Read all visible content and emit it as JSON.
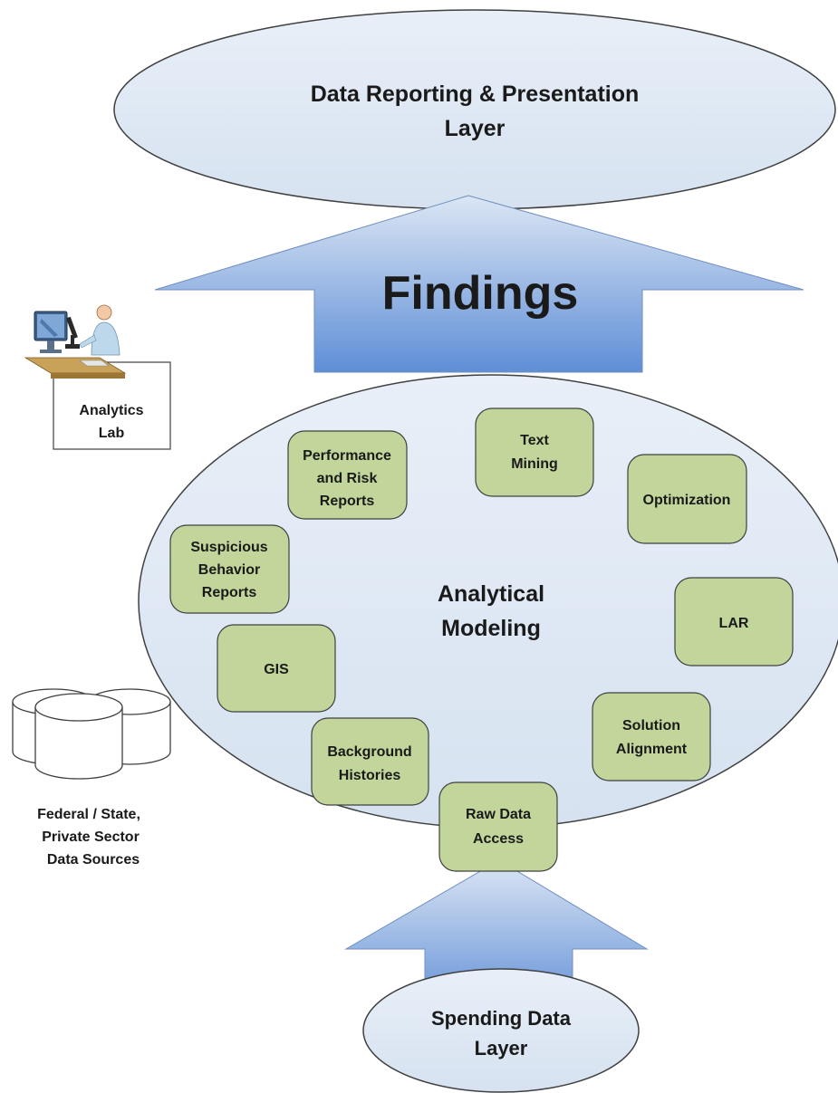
{
  "top_layer": {
    "line1": "Data Reporting & Presentation",
    "line2": "Layer"
  },
  "findings_arrow": {
    "label": "Findings"
  },
  "analytics_lab": {
    "line1": "Analytics",
    "line2": "Lab"
  },
  "center": {
    "line1": "Analytical",
    "line2": "Modeling"
  },
  "modules": {
    "performance": {
      "line1": "Performance",
      "line2": "and Risk",
      "line3": "Reports"
    },
    "text_mining": {
      "line1": "Text",
      "line2": "Mining"
    },
    "optimization": {
      "line1": "Optimization"
    },
    "suspicious": {
      "line1": "Suspicious",
      "line2": "Behavior",
      "line3": "Reports"
    },
    "lar": {
      "line1": "LAR"
    },
    "gis": {
      "line1": "GIS"
    },
    "solution": {
      "line1": "Solution",
      "line2": "Alignment"
    },
    "background": {
      "line1": "Background",
      "line2": "Histories"
    },
    "raw_data": {
      "line1": "Raw Data",
      "line2": "Access"
    }
  },
  "data_sources": {
    "line1": "Federal / State,",
    "line2": "Private Sector",
    "line3": "Data Sources"
  },
  "bottom_layer": {
    "line1": "Spending Data",
    "line2": "Layer"
  },
  "colors": {
    "ellipse_fill": "#dde8f4",
    "arrow_top": "#dce6f4",
    "arrow_bottom": "#5e8ed6",
    "module_fill": "#c2d69b",
    "outline": "#404040"
  }
}
